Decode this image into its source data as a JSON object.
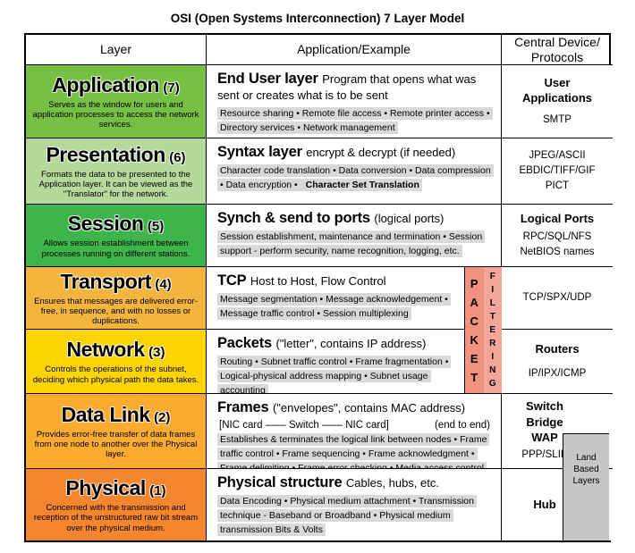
{
  "title": "OSI (Open Systems Interconnection) 7 Layer Model",
  "header": {
    "layer": "Layer",
    "example": "Application/Example",
    "device": "Central Device/\nProtocols"
  },
  "colors": {
    "application": "#76c043",
    "presentation": "#b5d89b",
    "session": "#3eb54b",
    "transport": "#f3b53e",
    "network": "#ffd403",
    "datalink": "#fbab30",
    "physical": "#f6862e",
    "strip_bg": "#f19180",
    "land_bg": "#c6c6c6",
    "detail_bg": "#d9d9d9"
  },
  "layers": [
    {
      "name": "Application",
      "num": "(7)",
      "desc": "Serves as the window for users and application processes to access the network services.",
      "head": "End User layer",
      "sub": "Program that opens what was sent or creates what is to be sent",
      "details": "Resource sharing • Remote file access • Remote printer access • Directory services • Network management",
      "device_bold": "User\nApplications",
      "device_plain": "SMTP"
    },
    {
      "name": "Presentation",
      "num": "(6)",
      "desc": "Formats the data to be presented to the Application layer. It can be viewed as the \"Translator\" for the network.",
      "head": "Syntax layer",
      "sub": "encrypt & decrypt (if needed)",
      "details": "Character code translation • Data conversion • Data compression • Data encryption • ",
      "details_bold": "Character Set Translation",
      "device_bold": "",
      "device_plain": "JPEG/ASCII\nEBDIC/TIFF/GIF\nPICT"
    },
    {
      "name": "Session",
      "num": "(5)",
      "desc": "Allows session establishment between processes running on different stations.",
      "head": "Synch & send to ports",
      "sub": "(logical ports)",
      "details": "Session establishment, maintenance and termination • Session support - perform security, name recognition, logging, etc.",
      "device_bold": "Logical Ports",
      "device_plain": "RPC/SQL/NFS\nNetBIOS names"
    },
    {
      "name": "Transport",
      "num": "(4)",
      "desc": "Ensures that messages are delivered error-free, in sequence, and with no losses or duplications.",
      "head": "TCP",
      "sub": "Host to Host, Flow Control",
      "details": "Message segmentation • Message acknowledgement • Message traffic control • Session multiplexing",
      "device_bold": "",
      "device_plain": "TCP/SPX/UDP"
    },
    {
      "name": "Network",
      "num": "(3)",
      "desc": "Controls the operations of the subnet, deciding which physical path the data takes.",
      "head": "Packets",
      "sub": "(\"letter\", contains IP address)",
      "details": "Routing • Subnet traffic control • Frame fragmentation • Logical-physical address mapping • Subnet usage accounting",
      "device_bold": "Routers",
      "device_plain": "IP/IPX/ICMP"
    },
    {
      "name": "Data Link",
      "num": "(2)",
      "desc": "Provides error-free transfer of data frames from one node to another over the Physical layer.",
      "head": "Frames",
      "sub": "(\"envelopes\", contains MAC address)",
      "nic": "[NIC card —— Switch —— NIC card]",
      "nic_end": "(end to end)",
      "details": "Establishes & terminates the logical link between nodes • Frame traffic control • Frame sequencing • Frame acknowledgment • Frame delimiting • Frame error checking • Media access control",
      "device_bold": "Switch\nBridge\nWAP",
      "device_plain": "PPP/SLIP"
    },
    {
      "name": "Physical",
      "num": "(1)",
      "desc": "Concerned with the transmission and reception of the unstructured raw bit stream over the physical medium.",
      "head": "Physical structure",
      "sub": "Cables, hubs, etc.",
      "details": "Data Encoding • Physical medium attachment • Transmission technique - Baseband or Broadband • Physical medium transmission Bits & Volts",
      "device_bold": "Hub",
      "device_plain": ""
    }
  ],
  "strip": {
    "packet": "P\nA\nC\nK\nE\nT",
    "filtering": "F\nI\nL\nT\nE\nR\nI\nN\nG"
  },
  "land_box": "Land\nBased\nLayers"
}
